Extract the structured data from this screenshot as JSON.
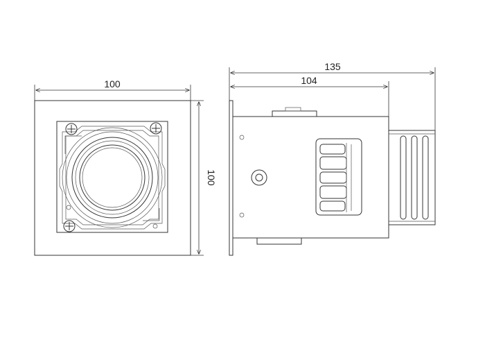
{
  "dimensions": {
    "front_width": "100",
    "front_height": "100",
    "side_total_depth": "135",
    "side_housing_depth": "104"
  }
}
